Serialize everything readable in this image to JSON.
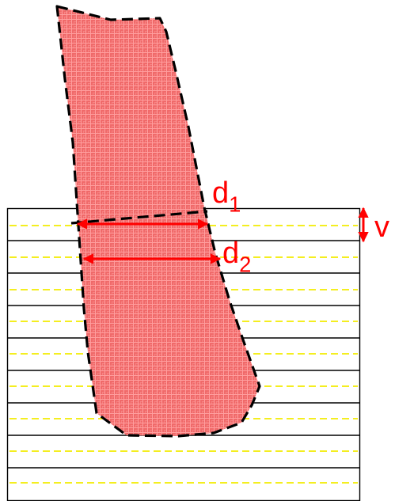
{
  "labels": {
    "d1": {
      "main": "d",
      "sub": "1"
    },
    "d2": {
      "main": "d",
      "sub": "2"
    },
    "v": "v"
  },
  "colors": {
    "shape_fill": "#f06a6a",
    "shape_grid": "#ff9a9a",
    "outline": "#000000",
    "arrow": "#ff0000",
    "dashed_line": "#f2ec00",
    "solid_line": "#000000",
    "text": "#ff0000"
  },
  "icons": {
    "d1_arrow": "double-headed-arrow",
    "d2_arrow": "double-headed-arrow",
    "v_arrow": "double-headed-arrow"
  }
}
